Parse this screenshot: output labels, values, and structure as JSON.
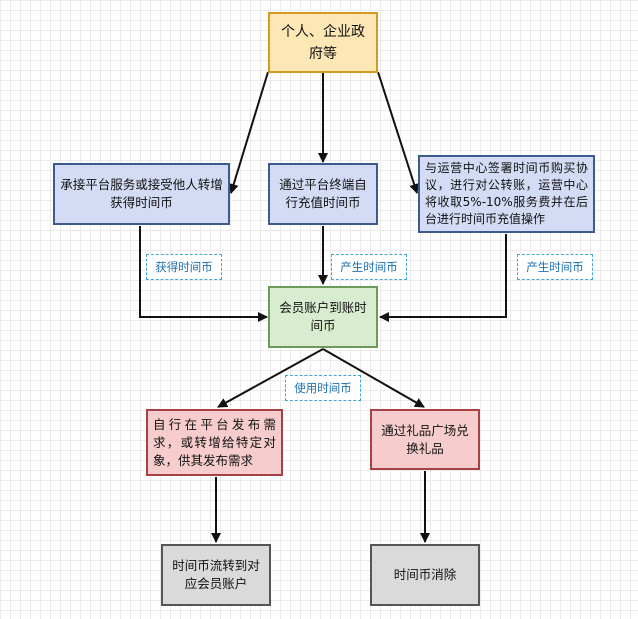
{
  "nodes": {
    "source": "个人、企业政府等",
    "platform_service": "承接平台服务或接受他人转增获得时间币",
    "terminal_recharge": "通过平台终端自行充值时间币",
    "corporate_transfer": "与运营中心签署时间币购买协议，进行对公转账，运营中心将收取5%-10%服务费并在后台进行时间币充值操作",
    "account_credited": "会员账户到账时间币",
    "publish_demand": "自行在平台发布需求，或转增给特定对象，供其发布需求",
    "gift_plaza": "通过礼品广场兑换礼品",
    "transfer_account": "时间币流转到对应会员账户",
    "consumed": "时间币消除"
  },
  "edge_labels": {
    "earn": "获得时间币",
    "generate_left": "产生时间币",
    "generate_right": "产生时间币",
    "use": "使用时间币"
  }
}
